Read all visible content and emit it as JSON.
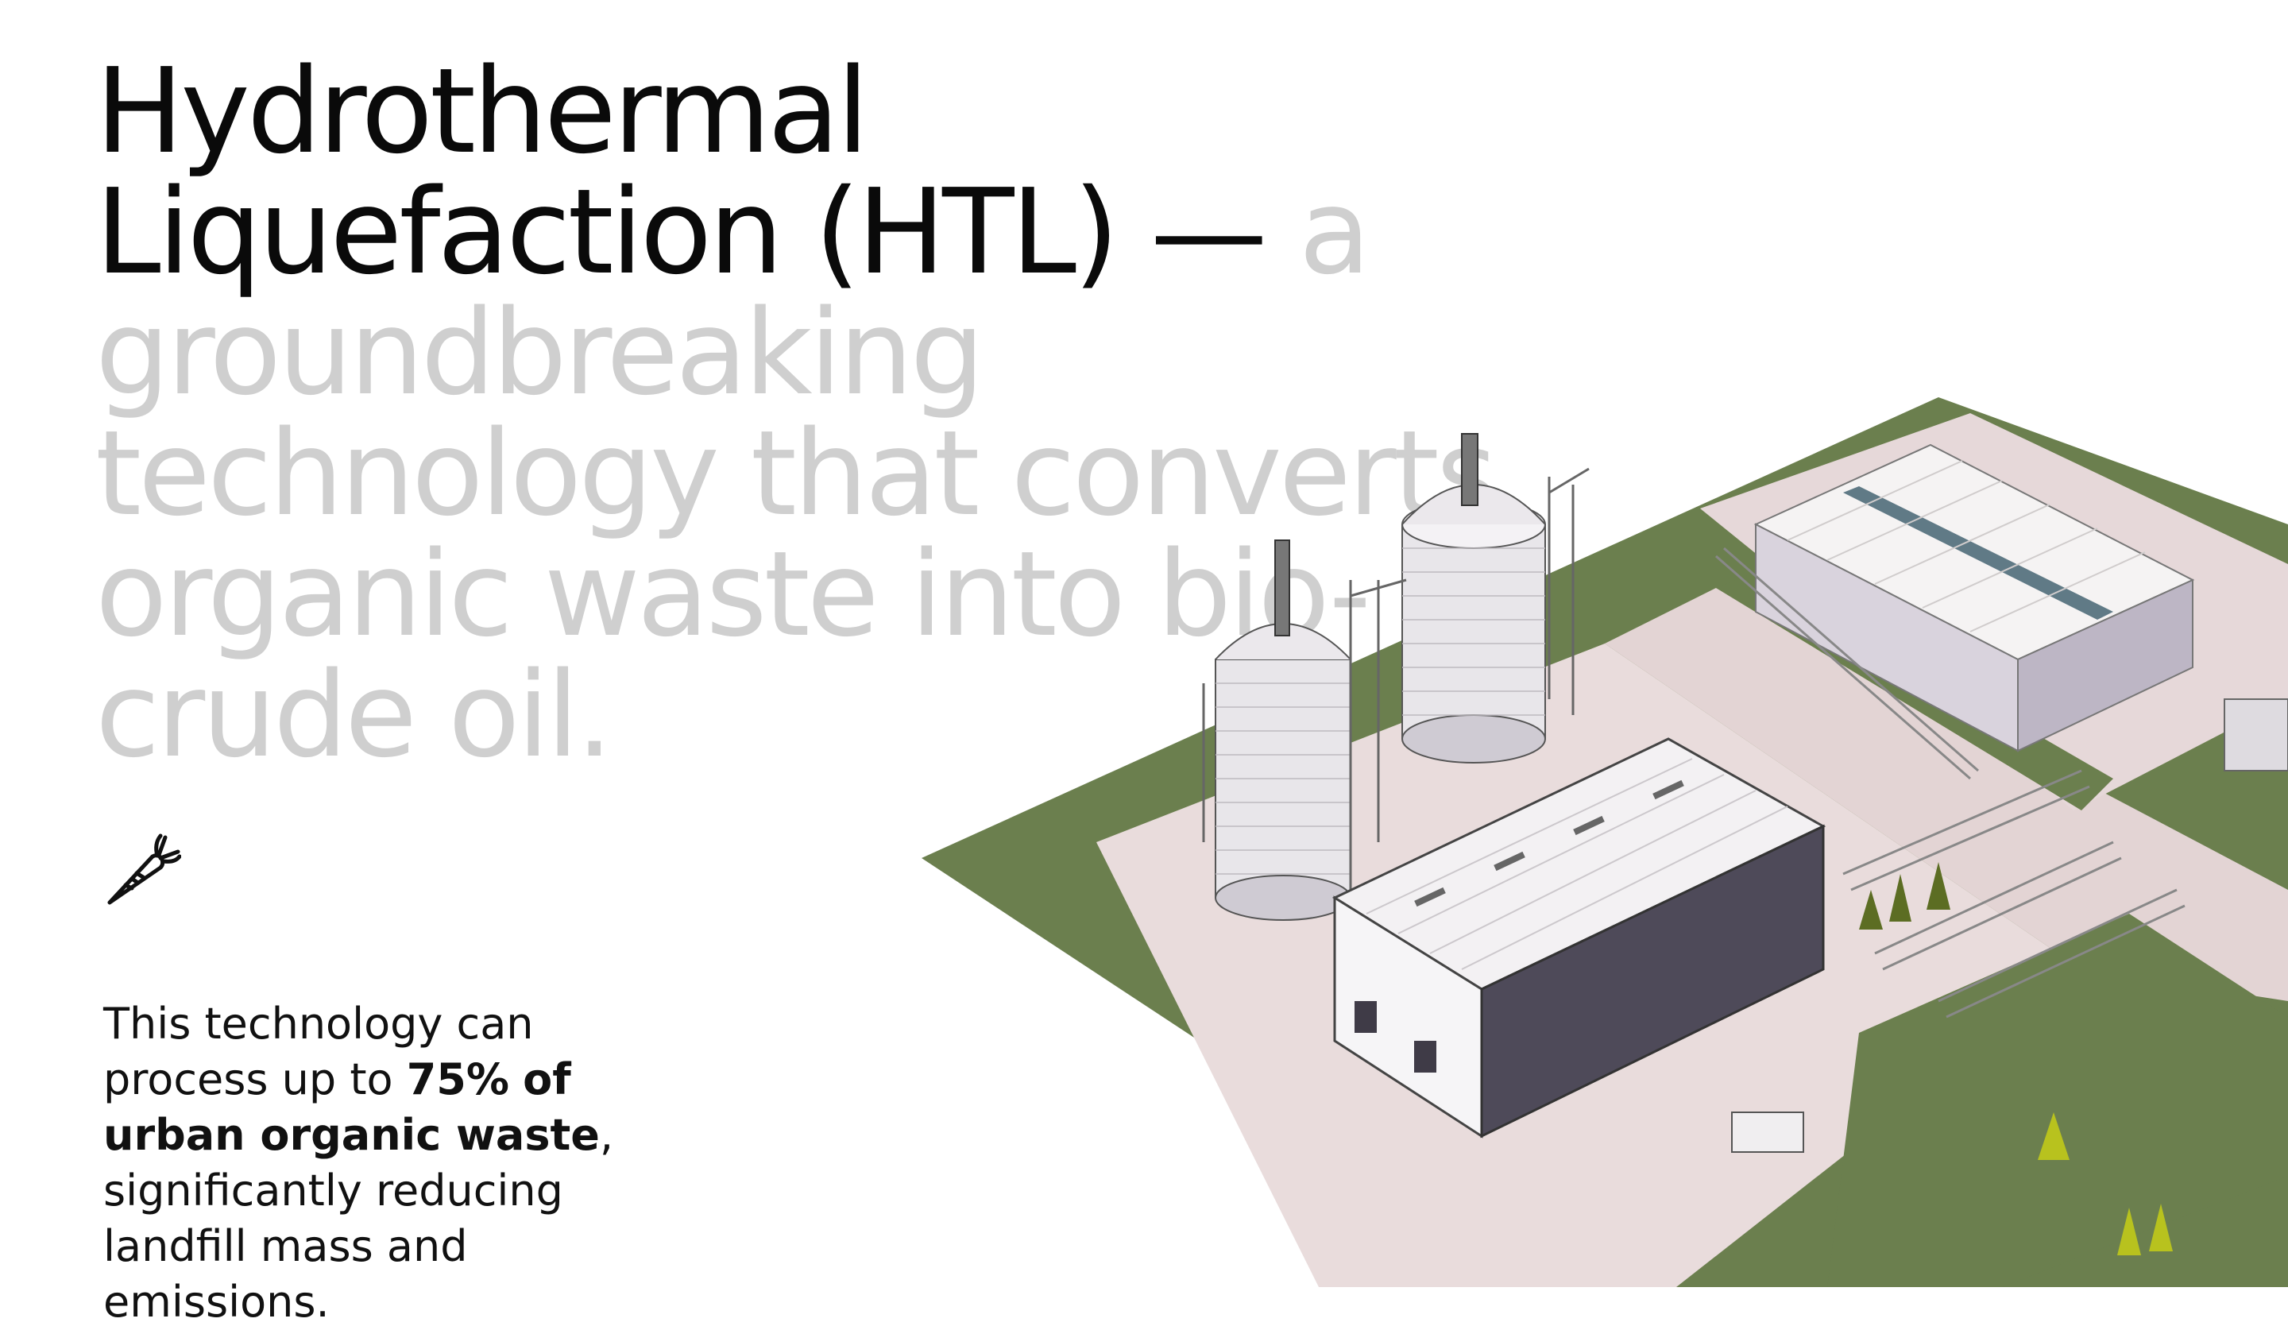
{
  "headline": {
    "dark_text": "Hydrothermal Liquefaction (HTL) — ",
    "light_text": "a groundbreaking technology that converts organic waste into bio-crude oil."
  },
  "icon": "carrot-icon",
  "description": {
    "part1": "This technology can process up to ",
    "bold1": "75%",
    "part2": " ",
    "bold2": "of urban organic waste",
    "part3": ", significantly reducing landfill mass and emissions."
  },
  "colors": {
    "headline_dark": "#0a0a0a",
    "headline_light": "#cfcfcf",
    "grass": "#6b7f4e",
    "pavement": "#e9dcdc"
  }
}
